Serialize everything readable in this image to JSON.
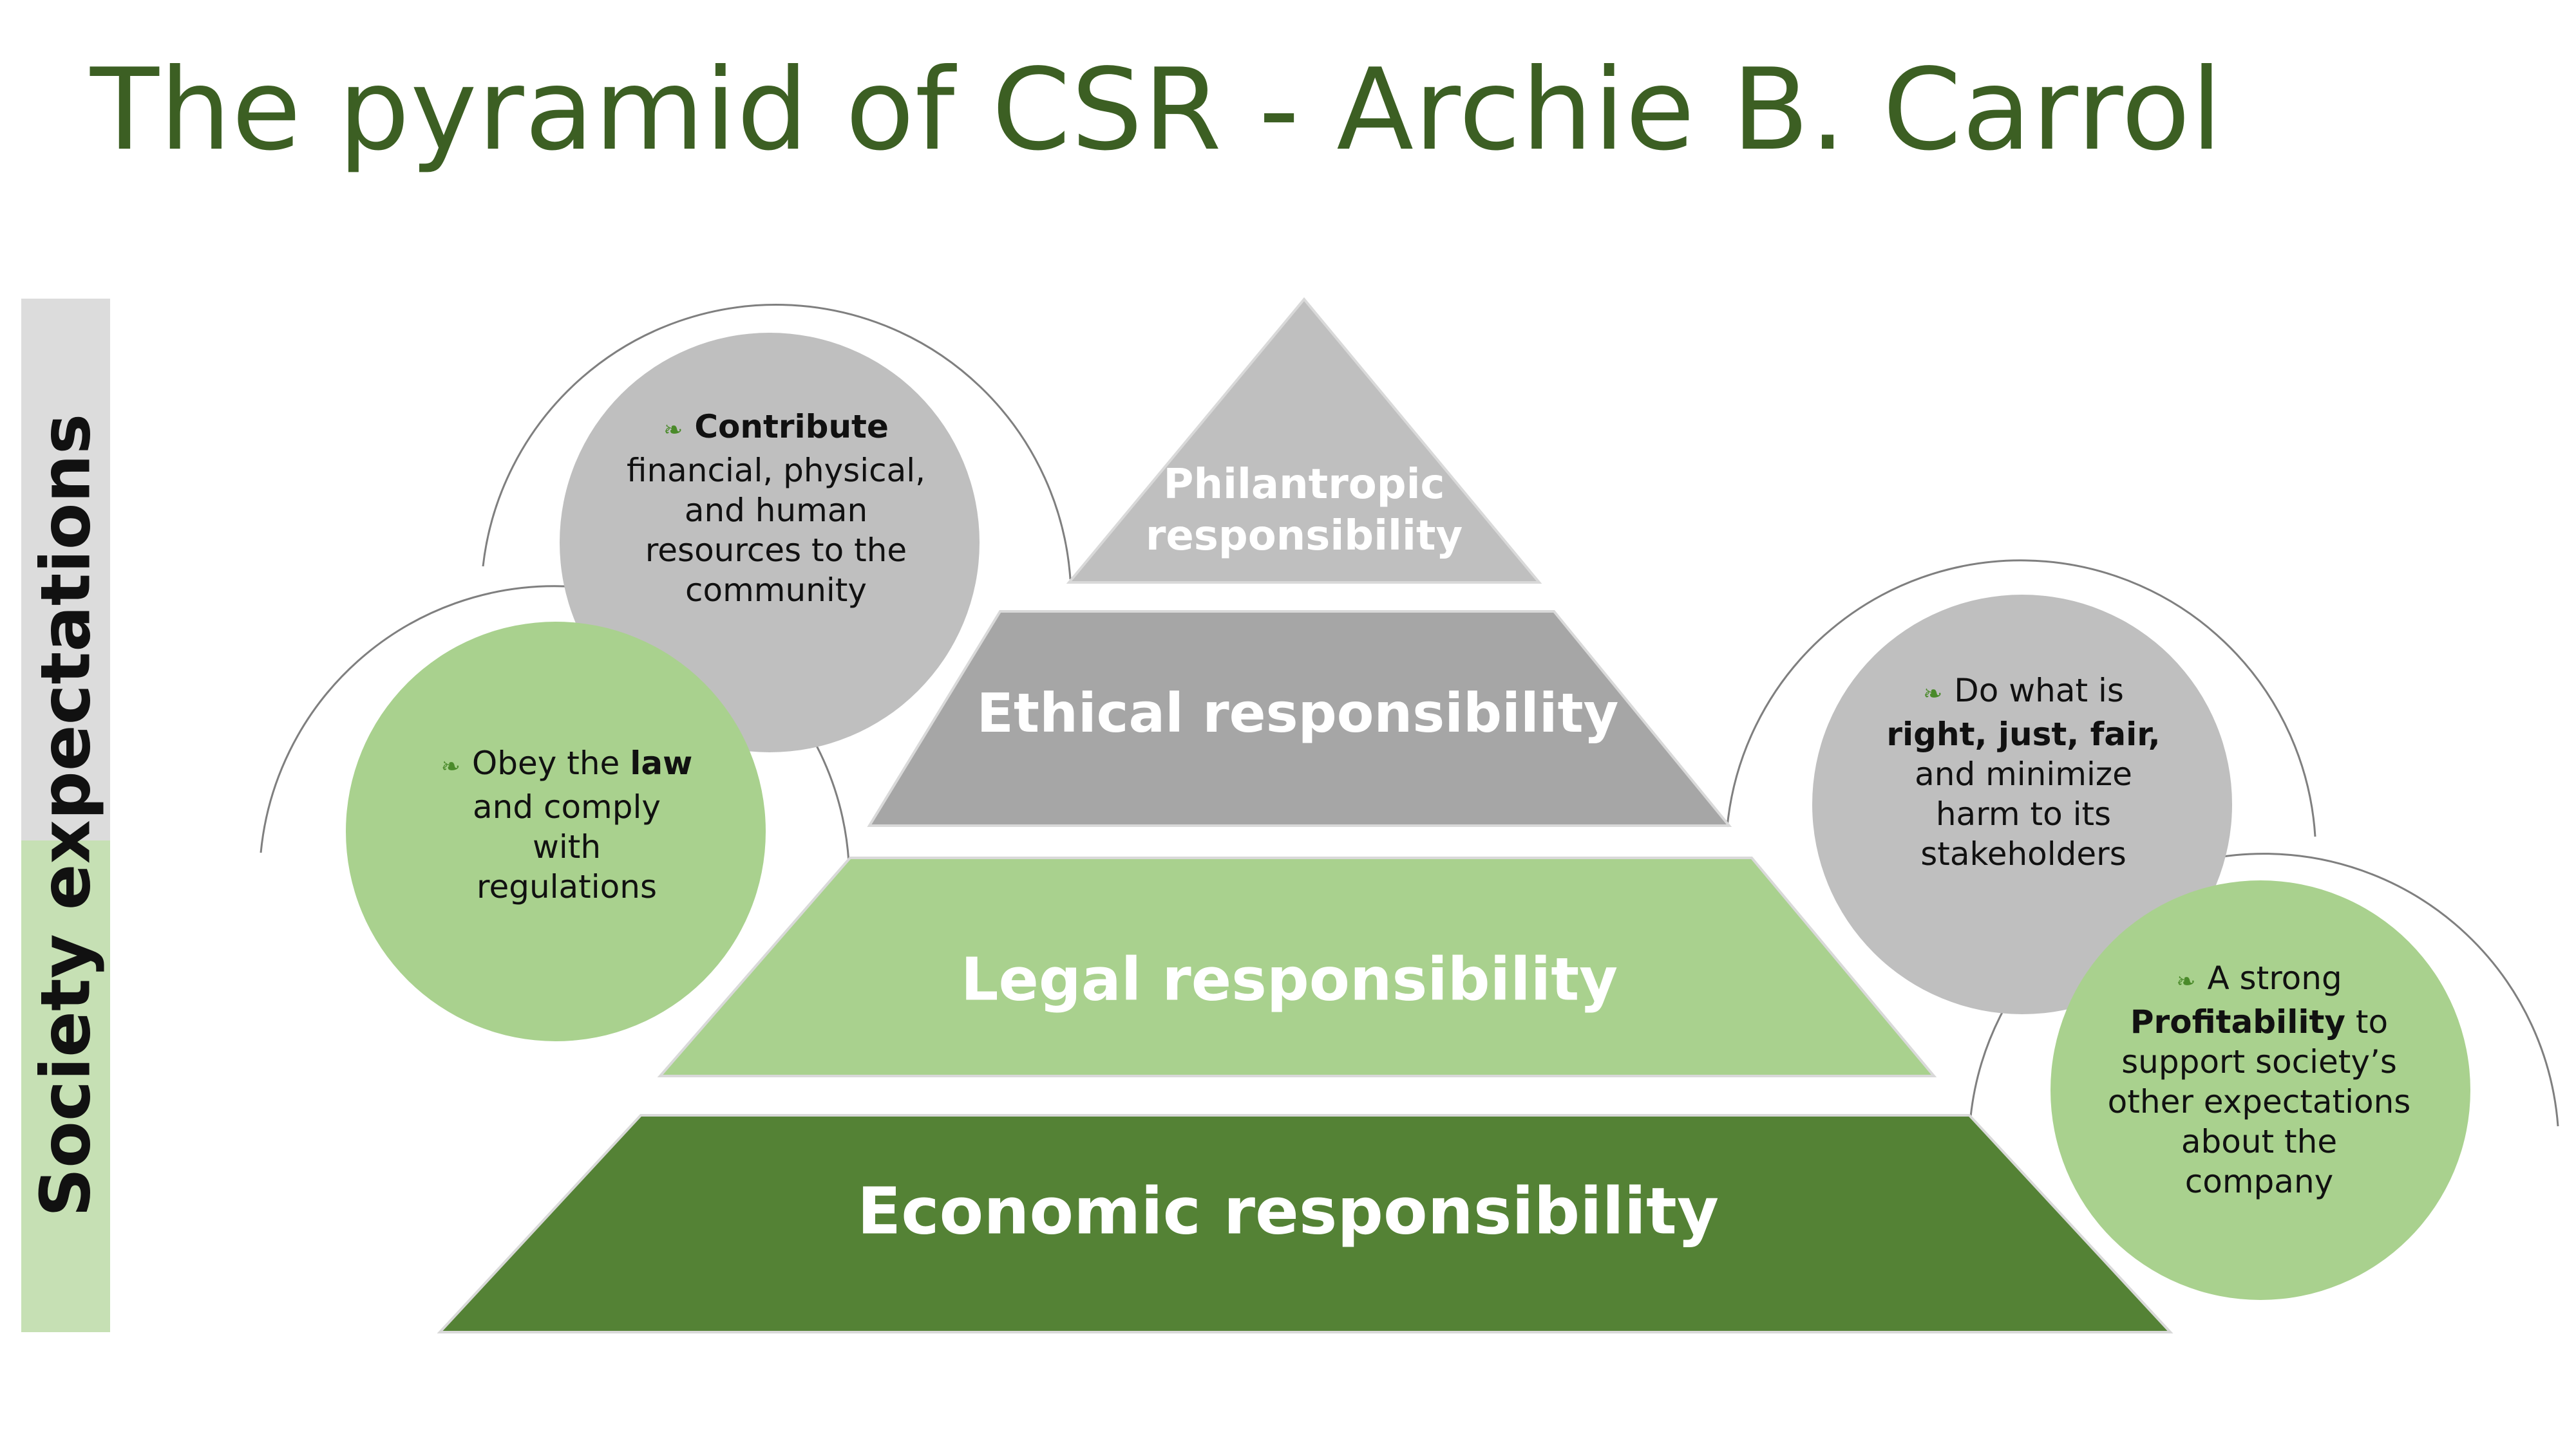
{
  "title": "The pyramid of CSR - Archie B. Carrol",
  "side_label": "Society expectations",
  "levels": {
    "philanthropic": {
      "line1": "Philantropic",
      "line2": "responsibility"
    },
    "ethical": "Ethical responsibility",
    "legal": "Legal responsibility",
    "economic": "Economic responsibility"
  },
  "bubbles": {
    "philanthropic": {
      "bold": "Contribute",
      "l1": "financial, physical,",
      "l2": "and human",
      "l3": "resources to the",
      "l4": "community"
    },
    "legal": {
      "pre": "Obey the ",
      "bold": "law",
      "l1": "and comply",
      "l2": "with",
      "l3": "regulations"
    },
    "ethical": {
      "l0": "Do what is",
      "bold": "right, just, fair,",
      "l1": "and minimize",
      "l2": "harm to its",
      "l3": "stakeholders"
    },
    "economic": {
      "l0": "A strong",
      "bold": "Profitability",
      "post": " to",
      "l1": "support society’s",
      "l2": "other expectations",
      "l3": "about the",
      "l4": "company"
    }
  },
  "colors": {
    "title": "#3c5f23",
    "philanthropic": "#bfbfbf",
    "ethical": "#a6a6a6",
    "legal": "#a9d18e",
    "economic": "#548235",
    "bubble_grey": "#bfbfbf",
    "bubble_green": "#a9d18e"
  }
}
